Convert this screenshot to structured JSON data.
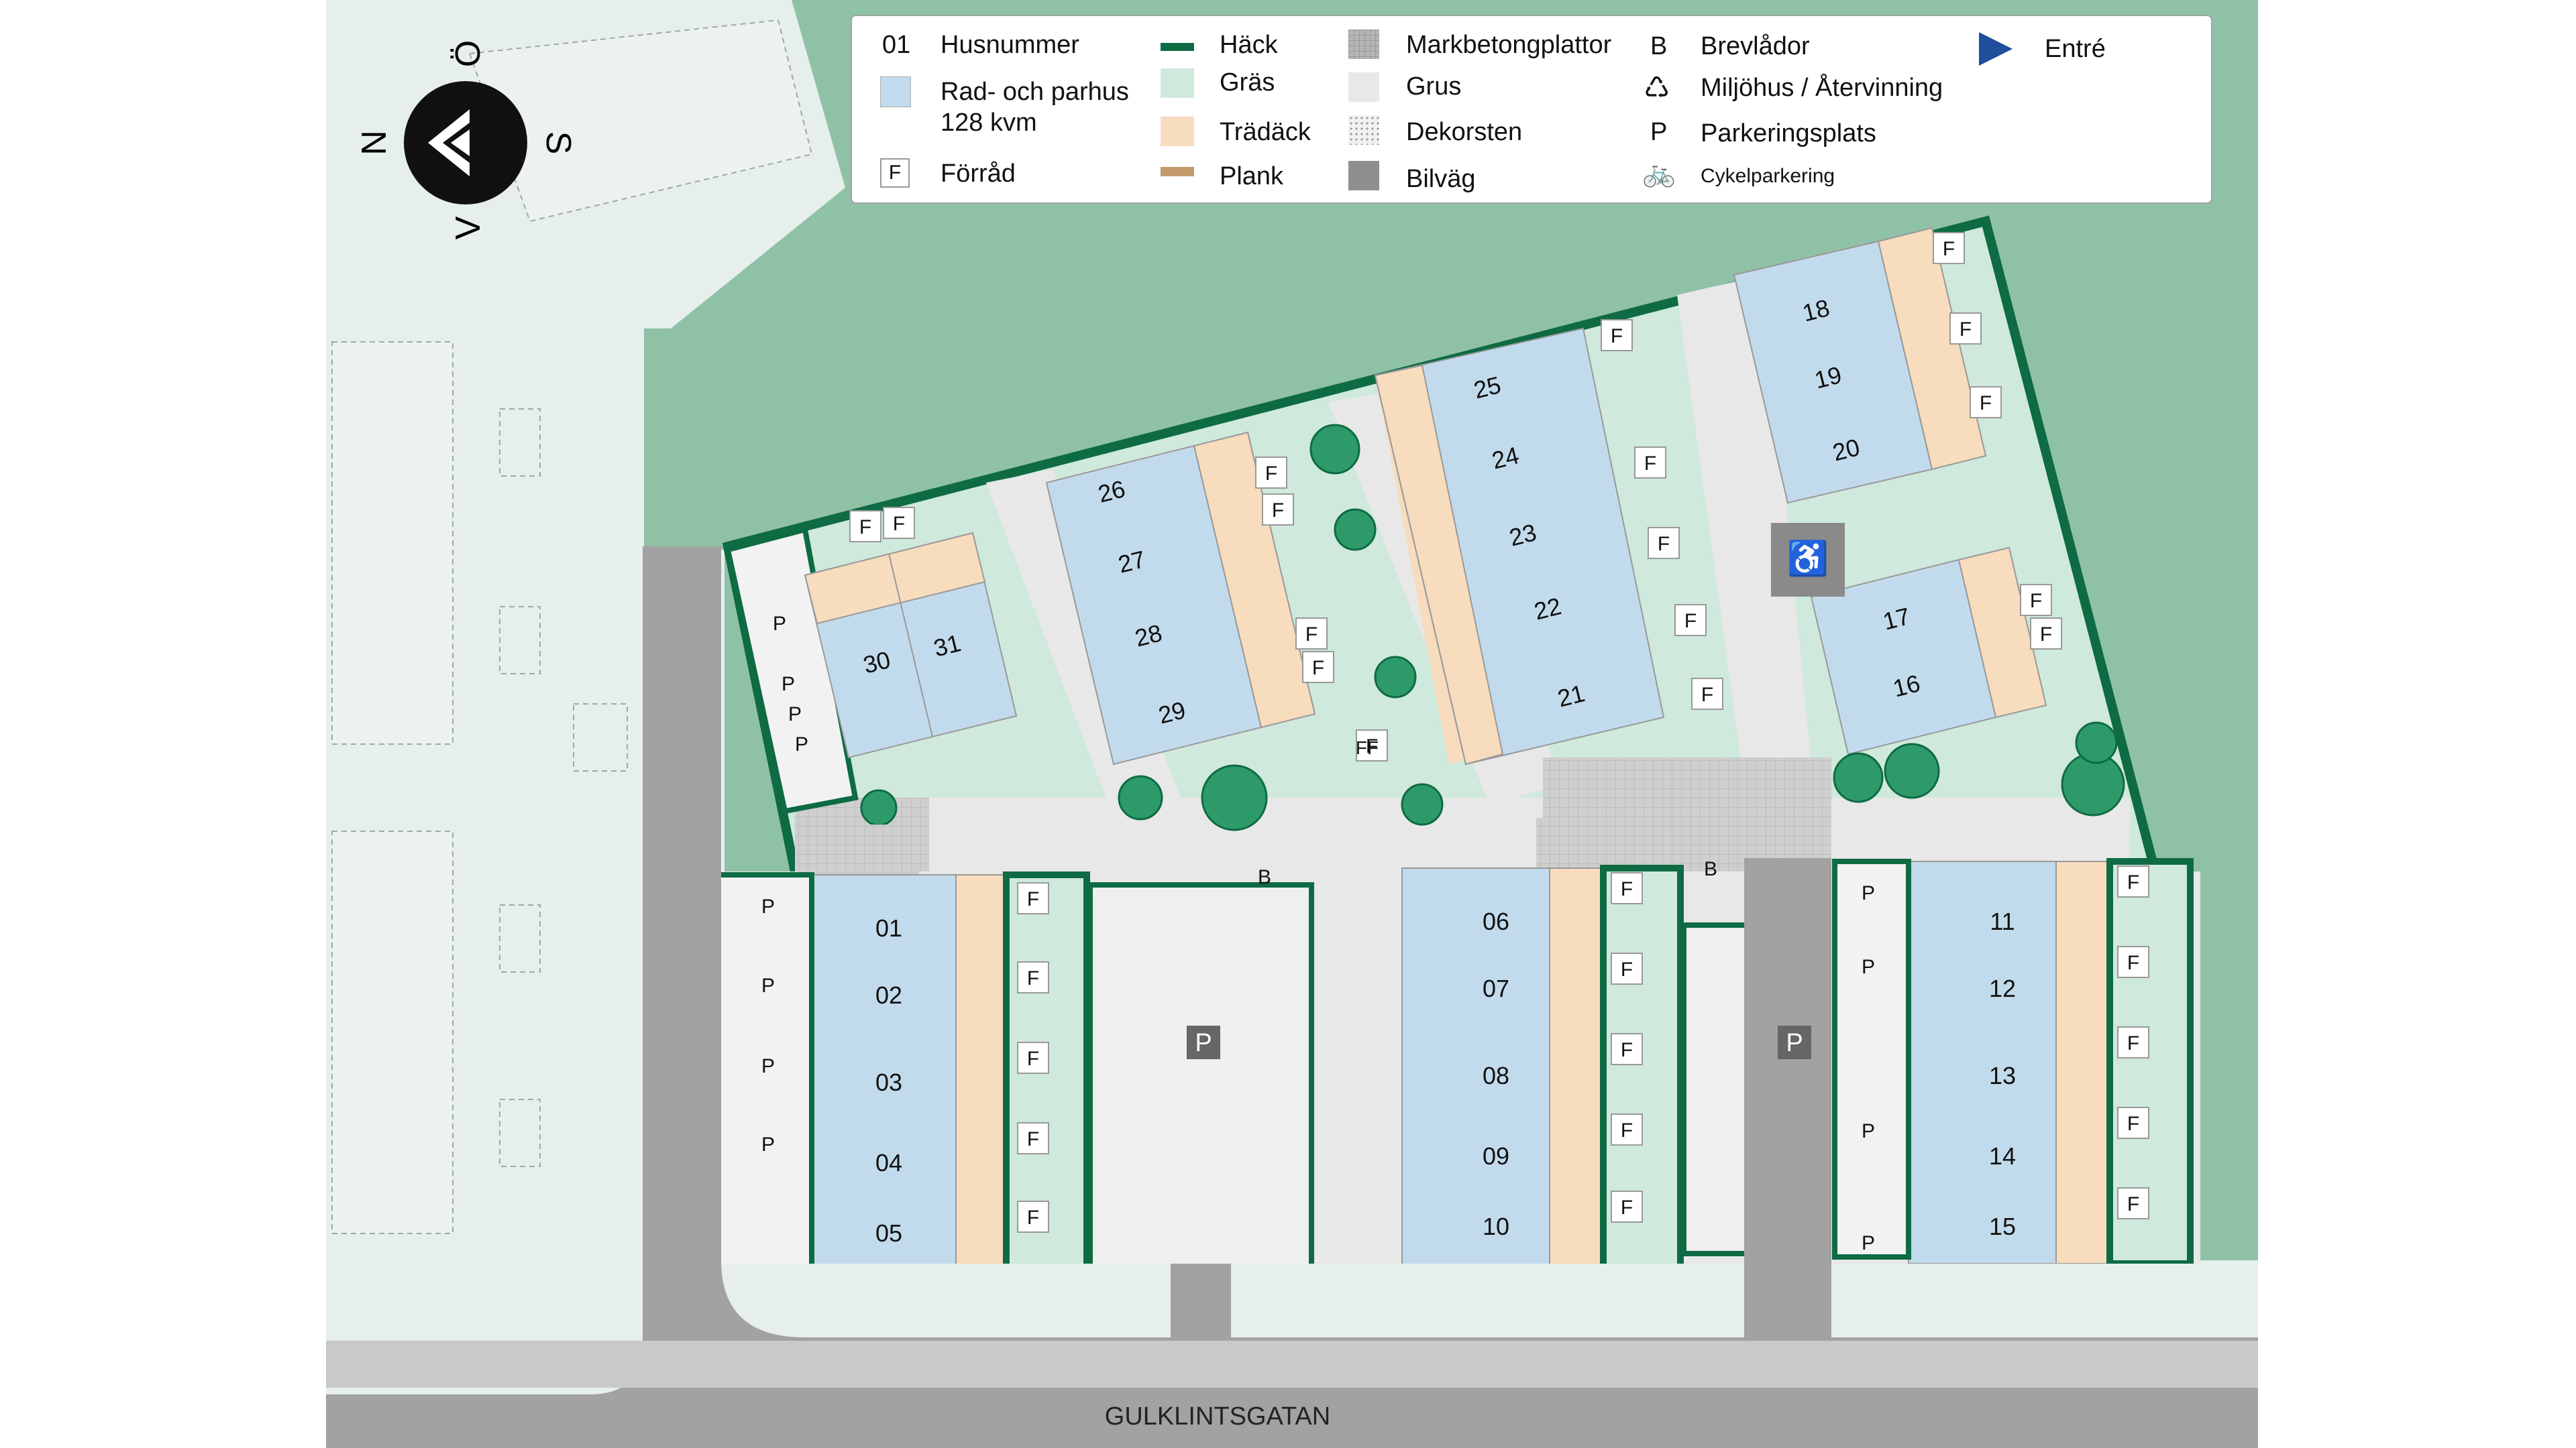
{
  "map": {
    "street": "GULKLINTSGATAN",
    "compass": {
      "n": "N",
      "s": "S",
      "o": "Ö",
      "v": "V"
    },
    "colors": {
      "background": "#e6efeb",
      "green_area": "#8fc1a6",
      "hedge": "#0e6b43",
      "grass": "#cfe9dc",
      "house": "#c2dbec",
      "deck": "#f7dcbd",
      "plank": "#c29a6c",
      "gravel": "#e7e8e7",
      "paving": "#c8c8c8",
      "road": "#a2a2a2",
      "entry": "#1f4e9a"
    },
    "houses_lower": [
      "01",
      "02",
      "03",
      "04",
      "05",
      "06",
      "07",
      "08",
      "09",
      "10",
      "11",
      "12",
      "13",
      "14",
      "15"
    ],
    "houses_upper": [
      "16",
      "17",
      "18",
      "19",
      "20",
      "21",
      "22",
      "23",
      "24",
      "25",
      "26",
      "27",
      "28",
      "29",
      "30",
      "31"
    ],
    "storage_label": "F",
    "parking_label": "P",
    "mailbox_label": "B",
    "bike_label": "FF"
  },
  "legend": {
    "col1": [
      {
        "key": "01",
        "label": "Husnummer"
      },
      {
        "icon": "house-swatch",
        "label": "Rad- och parhus",
        "label2": "128 kvm"
      },
      {
        "key": "F",
        "label": "Förråd"
      }
    ],
    "col2": [
      {
        "icon": "hedge-swatch",
        "label": "Häck"
      },
      {
        "icon": "grass-swatch",
        "label": "Gräs"
      },
      {
        "icon": "deck-swatch",
        "label": "Trädäck"
      },
      {
        "icon": "plank-swatch",
        "label": "Plank"
      }
    ],
    "col3": [
      {
        "icon": "paving-swatch",
        "label": "Markbetongplattor"
      },
      {
        "icon": "gravel-swatch",
        "label": "Grus"
      },
      {
        "icon": "decor-stone-swatch",
        "label": "Dekorsten"
      },
      {
        "icon": "road-swatch",
        "label": "Bilväg"
      }
    ],
    "col4": [
      {
        "key": "B",
        "label": "Brevlådor"
      },
      {
        "icon": "recycle-icon",
        "label": "Miljöhus / Återvinning"
      },
      {
        "key": "P",
        "label": "Parkeringsplats"
      },
      {
        "icon": "bike-icon",
        "label": "Cykelparkering"
      }
    ],
    "col5": [
      {
        "icon": "entry-arrow-icon",
        "label": "Entré"
      }
    ]
  }
}
